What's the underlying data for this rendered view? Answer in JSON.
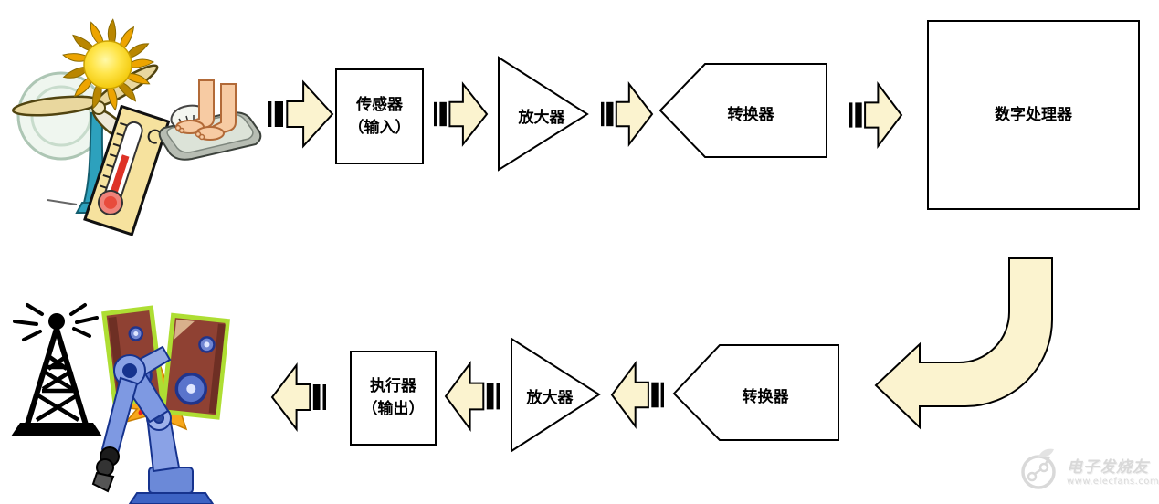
{
  "diagram": {
    "description": "signal chain flow diagram, top row left-to-right then elbow arrow down to bottom row right-to-left",
    "top_row": {
      "input_examples_icons": [
        "wind-turbine-icon",
        "sun-icon",
        "thermometer-icon",
        "weighing-scale-icon"
      ],
      "nodes": [
        {
          "id": "sensor",
          "shape": "rectangle",
          "label_line1": "传感器",
          "label_line2": "（输入）"
        },
        {
          "id": "amplifier-top",
          "shape": "triangle-pointing-right",
          "label": "放大器"
        },
        {
          "id": "converter-top",
          "shape": "pentagon-pointing-left",
          "label": "转换器"
        },
        {
          "id": "digital-processor",
          "shape": "large-rectangle",
          "label": "数字处理器"
        }
      ]
    },
    "bottom_row": {
      "nodes": [
        {
          "id": "converter-bottom",
          "shape": "pentagon-pointing-left",
          "label": "转换器"
        },
        {
          "id": "amplifier-bottom",
          "shape": "triangle-pointing-right",
          "label": "放大器"
        },
        {
          "id": "actuator",
          "shape": "rectangle",
          "label_line1": "执行器",
          "label_line2": "（输出）"
        }
      ],
      "output_examples_icons": [
        "radio-tower-icon",
        "speakers-icon",
        "robot-arm-icon"
      ]
    },
    "connectors": {
      "striped_arrow_count": 7,
      "elbow_arrow": "down-then-left from digital processor to bottom row converter",
      "fill_color": "#FBF3CF",
      "outline_color": "#000000"
    }
  },
  "watermark": {
    "name": "电子发烧友",
    "url": "www.elecfans.com",
    "color": "#D9D9D9"
  }
}
